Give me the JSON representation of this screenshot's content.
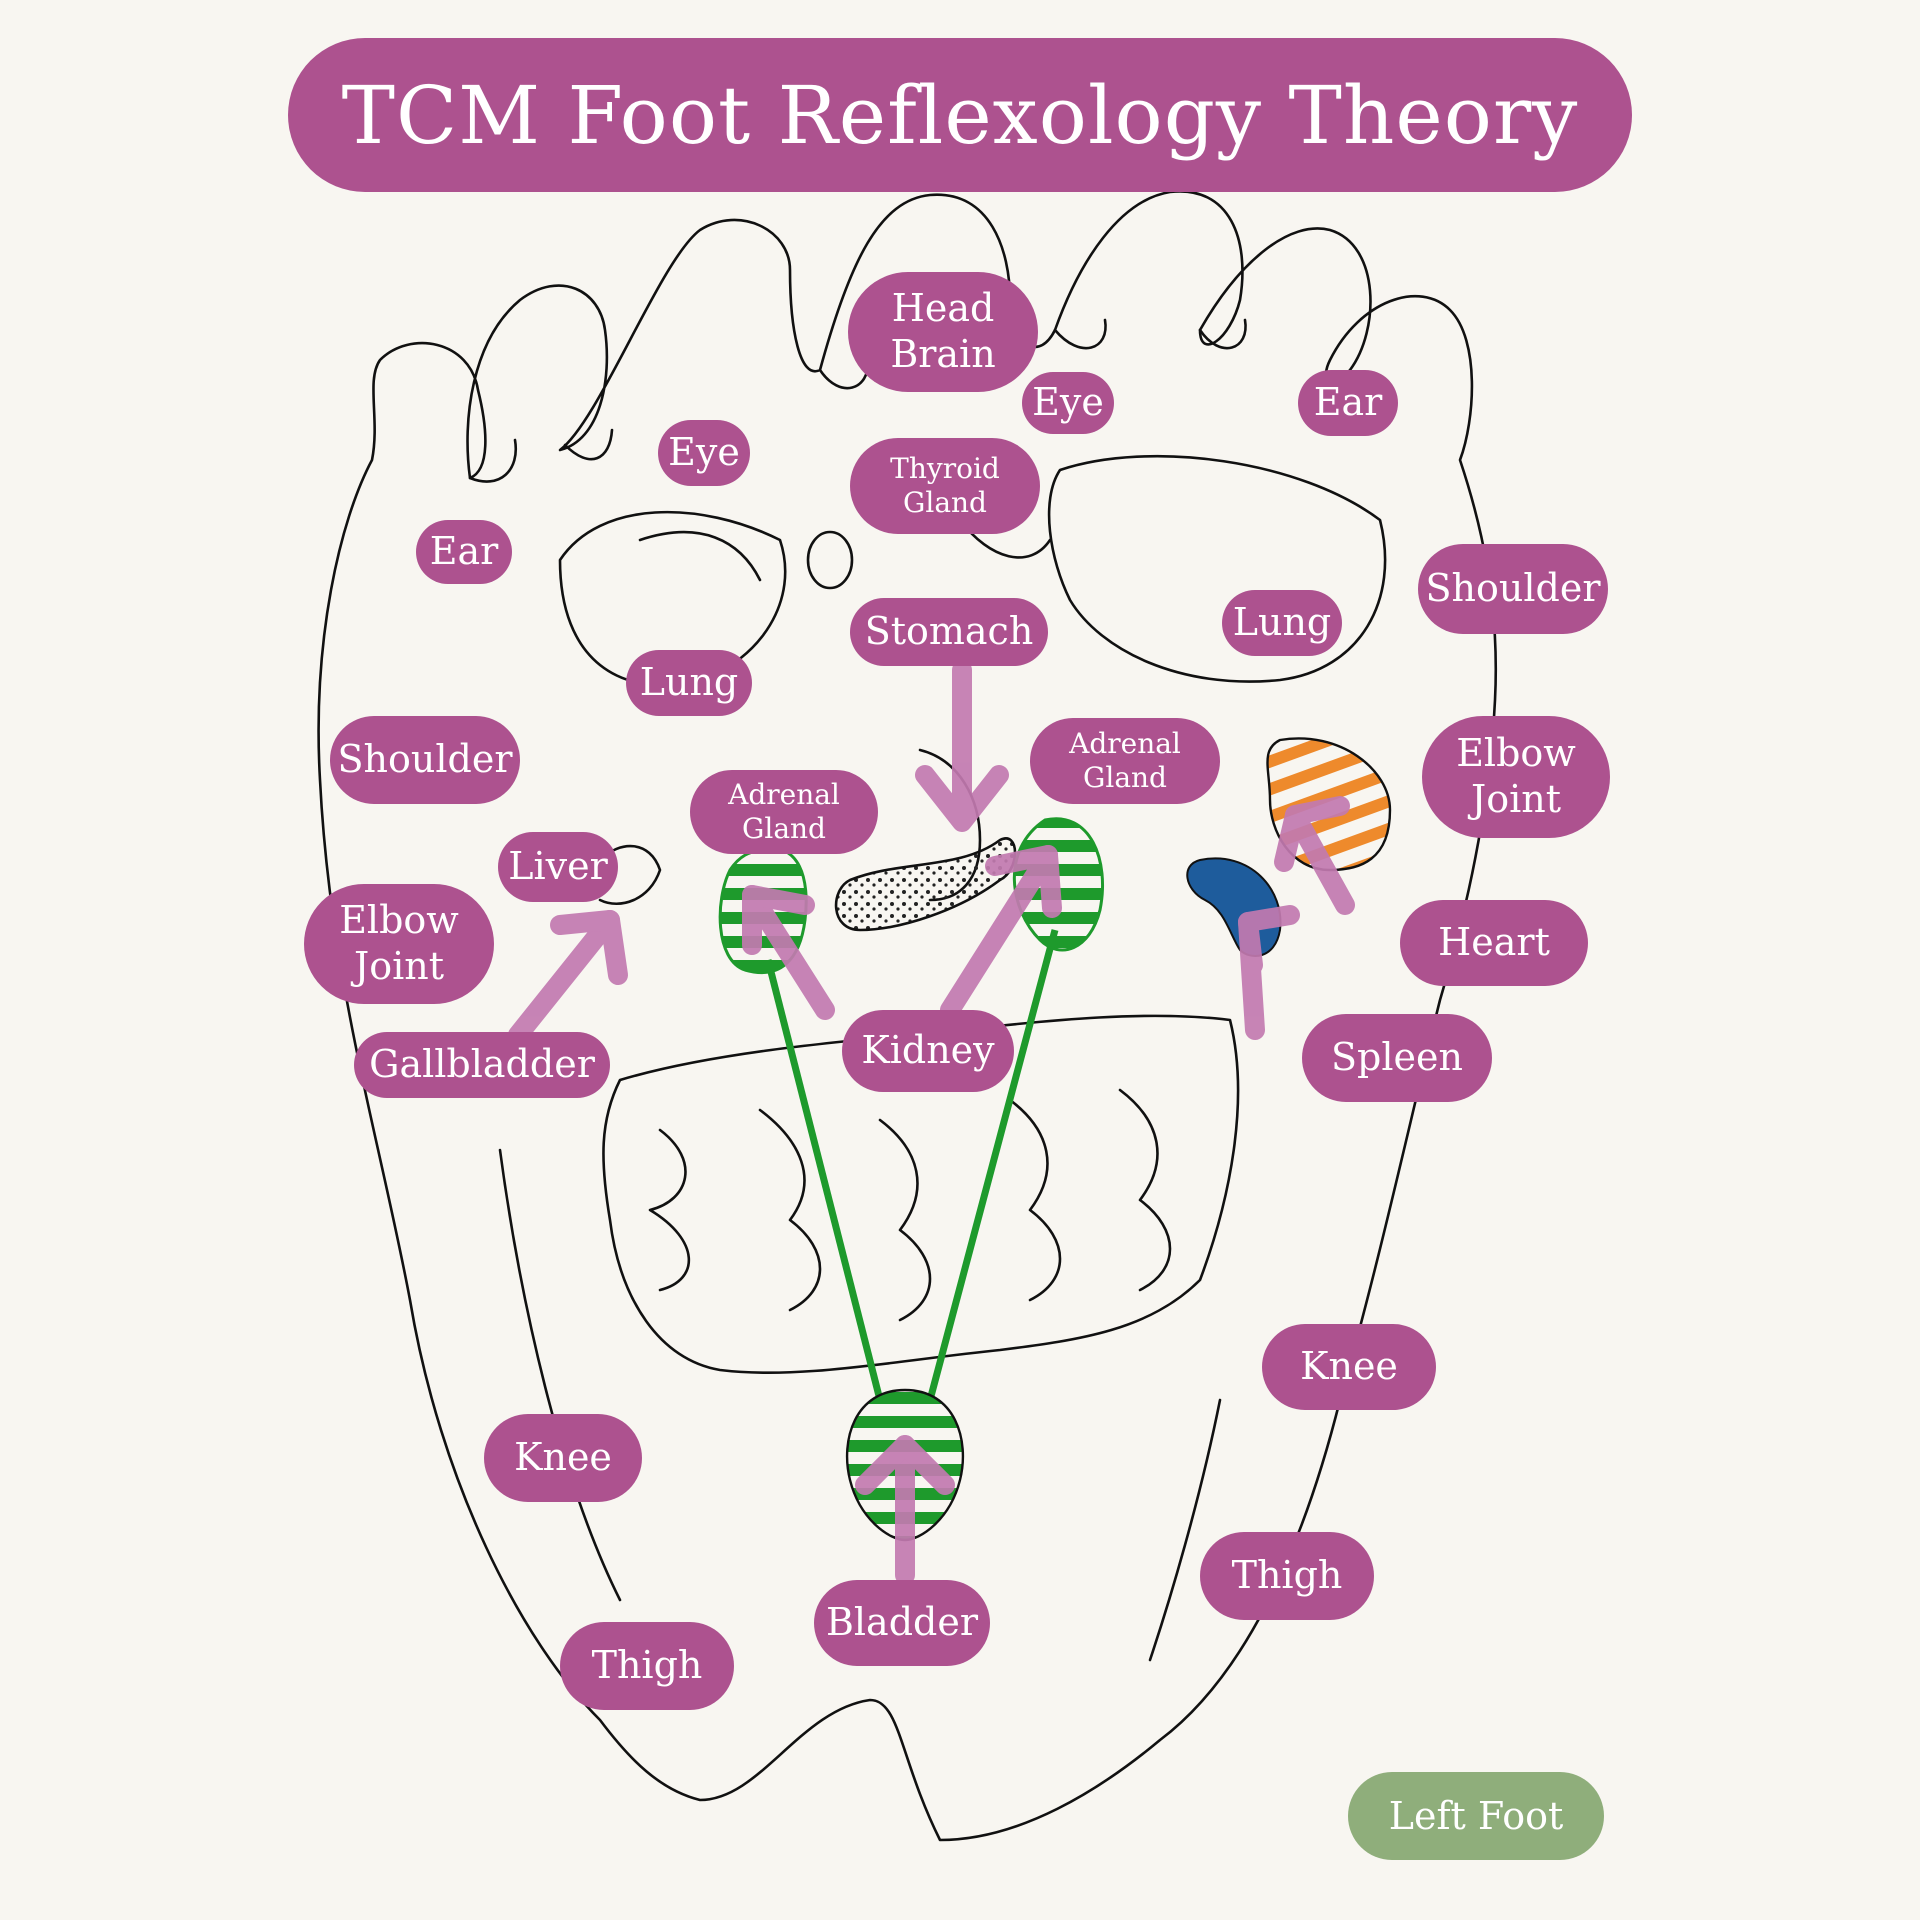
{
  "title": "TCM Foot Reflexology Theory",
  "foot_side": "Left Foot",
  "colors": {
    "label_bg": "#ad528f",
    "arrow": "#c27ab0",
    "kidney_green": "#1e9a2c",
    "heart_orange": "#ee8a2c",
    "spleen_blue": "#1e5c9c",
    "foot_side_bg": "#8fae7b"
  },
  "labels": {
    "head_brain": [
      "Head",
      "Brain"
    ],
    "eye_left": "Eye",
    "eye_right": "Eye",
    "ear_left": "Ear",
    "ear_right": "Ear",
    "thyroid_gland": [
      "Thyroid",
      "Gland"
    ],
    "shoulder_left": "Shoulder",
    "shoulder_right": "Shoulder",
    "lung_left": "Lung",
    "lung_right": "Lung",
    "stomach": "Stomach",
    "adrenal_gland_left": [
      "Adrenal",
      "Gland"
    ],
    "adrenal_gland_right": [
      "Adrenal",
      "Gland"
    ],
    "elbow_joint_left": [
      "Elbow",
      "Joint"
    ],
    "elbow_joint_right": [
      "Elbow",
      "Joint"
    ],
    "liver": "Liver",
    "gallbladder": "Gallbladder",
    "kidney": "Kidney",
    "heart": "Heart",
    "spleen": "Spleen",
    "knee_left": "Knee",
    "knee_right": "Knee",
    "thigh_left": "Thigh",
    "thigh_right": "Thigh",
    "bladder": "Bladder"
  }
}
